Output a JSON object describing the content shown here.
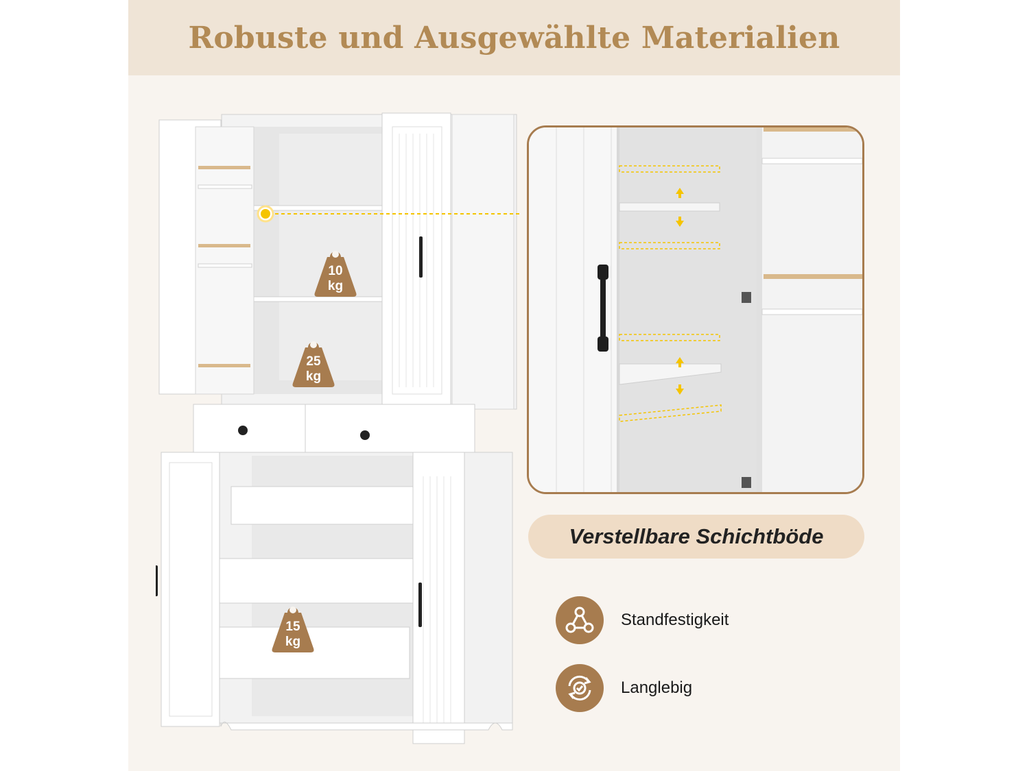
{
  "header": {
    "title": "Robuste und Ausgewählte Materialien"
  },
  "weights": [
    {
      "value": "10",
      "unit": "kg"
    },
    {
      "value": "25",
      "unit": "kg"
    },
    {
      "value": "15",
      "unit": "kg"
    }
  ],
  "feature_pill": {
    "label": "Verstellbare Schichtböde"
  },
  "features": [
    {
      "label": "Standfestigkeit",
      "icon": "stability-icon"
    },
    {
      "label": "Langlebig",
      "icon": "durability-icon"
    }
  ],
  "colors": {
    "accent": "#a77c4f",
    "title": "#b28a55",
    "header_bg": "#efe4d6",
    "pill_bg": "#efdcc6",
    "page_bg": "#f8f4ef",
    "highlight": "#f5c400"
  }
}
